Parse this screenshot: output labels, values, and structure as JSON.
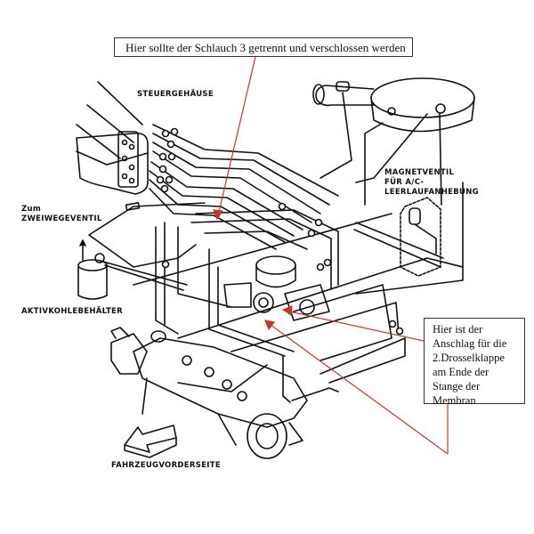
{
  "diagram": {
    "title": "Vacuum hose routing diagram (carburetor engine)",
    "labels": {
      "control_box": "STEUERGEHÄUSE",
      "to_valve_line1": "Zum",
      "to_valve_line2": "ZWEIWEGEVENTIL",
      "canister": "AKTIVKOHLEBEHÄLTER",
      "solenoid_line1": "MAGNETVENTIL",
      "solenoid_line2": "FÜR A/C-",
      "solenoid_line3": "LEERLAUFANHEBUNG",
      "vehicle_front": "FAHRZEUGVORDERSEITE"
    },
    "callouts": {
      "top": "Hier sollte der Schlauch 3 getrennt und verschlossen werden",
      "right": [
        "Hier ist der",
        "Anschlag für die",
        "2.Drosselklappe",
        "am Ende der",
        "Stange der",
        "Membran"
      ]
    },
    "colors": {
      "line": "#111111",
      "annotation": "#c0392b",
      "background": "#ffffff"
    },
    "components": [
      "control-box",
      "air-cleaner",
      "carburetor",
      "charcoal-canister",
      "ac-idle-solenoid",
      "engine-block",
      "distributor",
      "front-arrow"
    ]
  }
}
